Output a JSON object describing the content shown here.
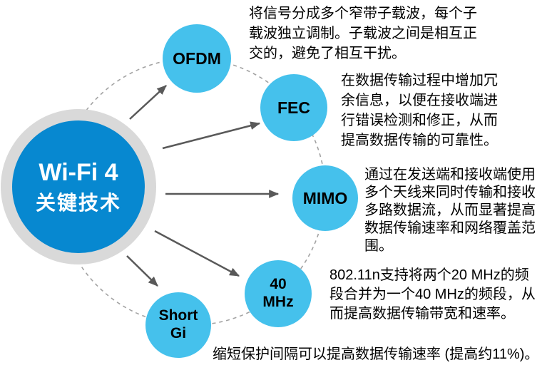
{
  "diagram": {
    "title": "Wi-Fi 4 关键技术",
    "center": {
      "line1": "Wi-Fi 4",
      "line2": "关键技术"
    },
    "nodes": {
      "ofdm": {
        "label": "OFDM",
        "desc": "将信号分成多个窄带子载波，每个子\n载波独立调制。子载波之间是相互正\n交的，避免了相互干扰。"
      },
      "fec": {
        "label": "FEC",
        "desc": "在数据传输过程中增加冗\n余信息，以便在接收端进\n行错误检测和修正，从而\n提高数据传输的可靠性。"
      },
      "mimo": {
        "label": "MIMO",
        "desc": "通过在发送端和接收端使用\n多个天线来同时传输和接收\n多路数据流，从而显著提高\n数据传输速率和网络覆盖范\n围。"
      },
      "mhz40": {
        "label": "40\nMHz",
        "desc": "802.11n支持将两个20 MHz的频\n段合并为一个40 MHz的频段，从\n而提高数据传输带宽和速率。"
      },
      "shortgi": {
        "label": "Short\nGi",
        "desc": "缩短保护间隔可以提高数据传输速率 (提高约11%)。"
      }
    },
    "colors": {
      "center_fill": "#0788d0",
      "center_ring": "#d9d9d9",
      "node_fill": "#45c1ec",
      "arrow": "#595959",
      "dashed_circle": "#a3a3a3",
      "center_text": "#ffffff",
      "node_text": "#000000",
      "desc_text": "#000000",
      "background": "#ffffff"
    }
  }
}
